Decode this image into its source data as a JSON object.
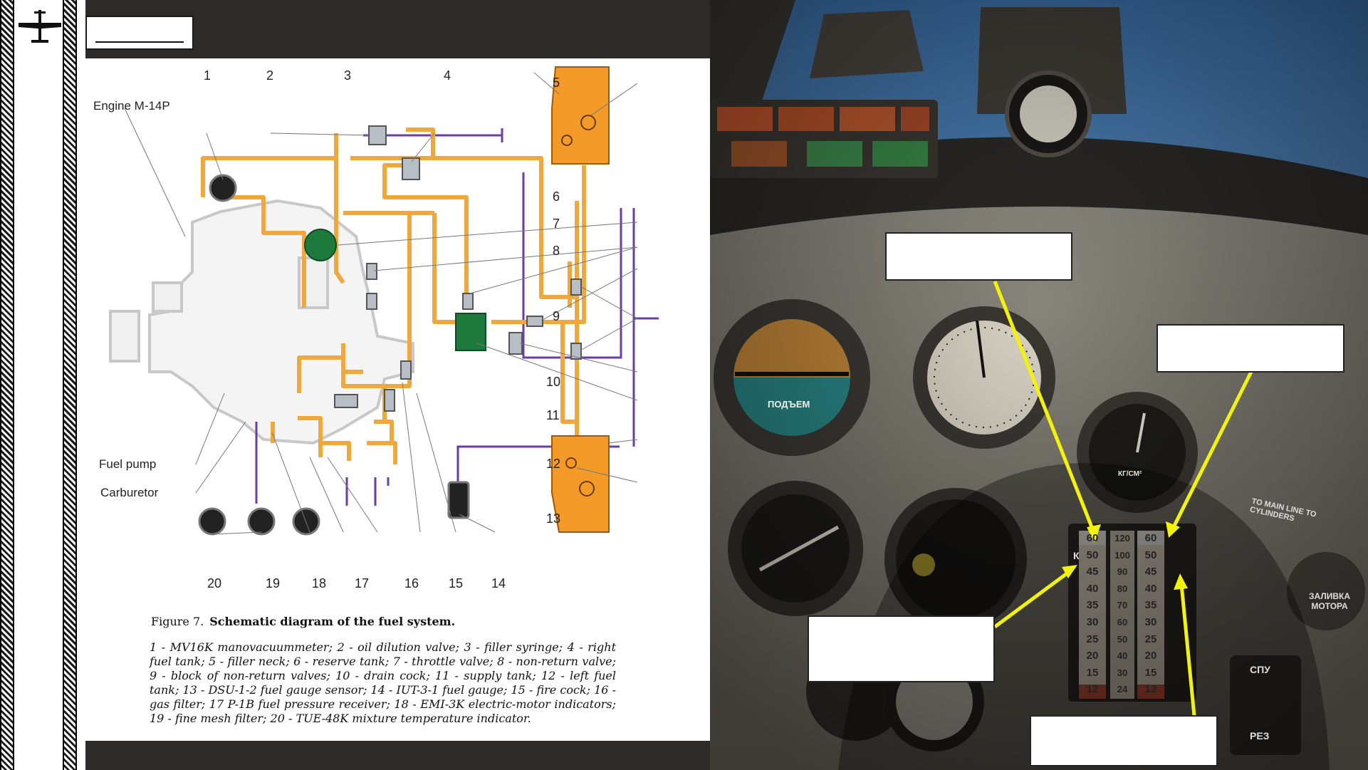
{
  "figure": {
    "title_prefix": "Figure 7.",
    "title": "Schematic diagram of the fuel system.",
    "legend": "1 - MV16K manovacuummeter; 2 - oil dilution valve; 3 - filler syringe; 4 - right fuel tank; 5 - filler neck; 6 - reserve tank; 7 - throttle valve; 8 - non-return valve; 9 - block of non-return valves; 10 - drain cock; 11 - supply tank; 12 - left fuel tank; 13 - DSU-1-2 fuel gauge sensor; 14 - IUT-3-1 fuel gauge; 15 - fire cock; 16 - gas filter; 17 P-1B fuel pressure receiver; 18 - EMI-3K electric-motor indicators; 19 - fine mesh filter; 20 - TUE-48K mixture temperature indicator.",
    "labels": {
      "engine": "Engine M-14P",
      "fuel_pump": "Fuel pump",
      "carburetor": "Carburetor"
    },
    "numbers": [
      "1",
      "2",
      "3",
      "4",
      "5",
      "6",
      "7",
      "8",
      "9",
      "10",
      "11",
      "12",
      "13",
      "14",
      "15",
      "16",
      "17",
      "18",
      "19",
      "20"
    ]
  },
  "colors": {
    "fuel_line": "#f0a83c",
    "tank": "#f39a28",
    "oil_line": "#6b3fa0",
    "pump_green": "#1e7a3c",
    "callout_arrow": "#f2f20a"
  },
  "cockpit": {
    "fuel_gauge_left_scale": [
      "60",
      "50",
      "45",
      "40",
      "35",
      "30",
      "25",
      "20",
      "15",
      "12"
    ],
    "fuel_gauge_center_scale": [
      "120",
      "100",
      "90",
      "80",
      "70",
      "60",
      "50",
      "40",
      "30",
      "24"
    ],
    "fuel_gauge_right_scale": [
      "60",
      "50",
      "45",
      "40",
      "35",
      "30",
      "25",
      "20",
      "15",
      "12"
    ],
    "marker_left": "К",
    "placard": "TO MAIN LINE TO CYLINDERS",
    "knob_label": "ЗАЛИВКА МОТОРА",
    "switch_top": "СПУ",
    "switch_bottom": "РЕЗ",
    "att_label": "ПОДЪЕМ",
    "gauge_label": "КГ/СМ²"
  }
}
